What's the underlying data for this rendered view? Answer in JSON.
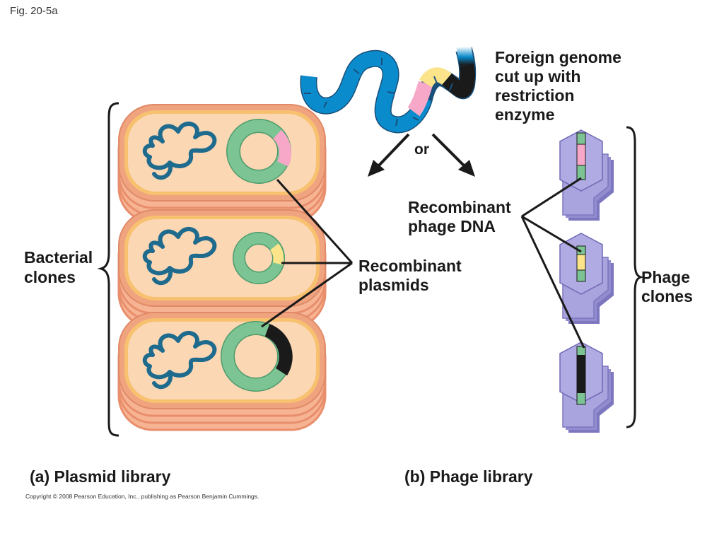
{
  "figure_id": "Fig. 20-5a",
  "labels": {
    "foreign_genome": [
      "Foreign genome",
      "cut up with",
      "restriction",
      "enzyme"
    ],
    "or": "or",
    "recombinant_phage_dna": [
      "Recombinant",
      "phage DNA"
    ],
    "bacterial_clones": [
      "Bacterial",
      "clones"
    ],
    "recombinant_plasmids": [
      "Recombinant",
      "plasmids"
    ],
    "phage_clones": [
      "Phage",
      "clones"
    ]
  },
  "panels": {
    "a": "(a) Plasmid library",
    "b": "(b) Phage library"
  },
  "copyright": "Copyright © 2008 Pearson Education, Inc., publishing as Pearson Benjamin Cummings.",
  "colors": {
    "cell_fill": "#fbd7b4",
    "cell_wall": "#f0a37f",
    "cell_membrane": "#f7c16f",
    "chromosome": "#1f6b8e",
    "plasmid": "#7cc493",
    "dna_blue": "#0a8ccc",
    "insert_pink": "#f7a8c8",
    "insert_yellow": "#fbe48a",
    "insert_black": "#1a1a1a",
    "phage": "#a9a4dd",
    "phage_dark": "#7d77c0"
  }
}
